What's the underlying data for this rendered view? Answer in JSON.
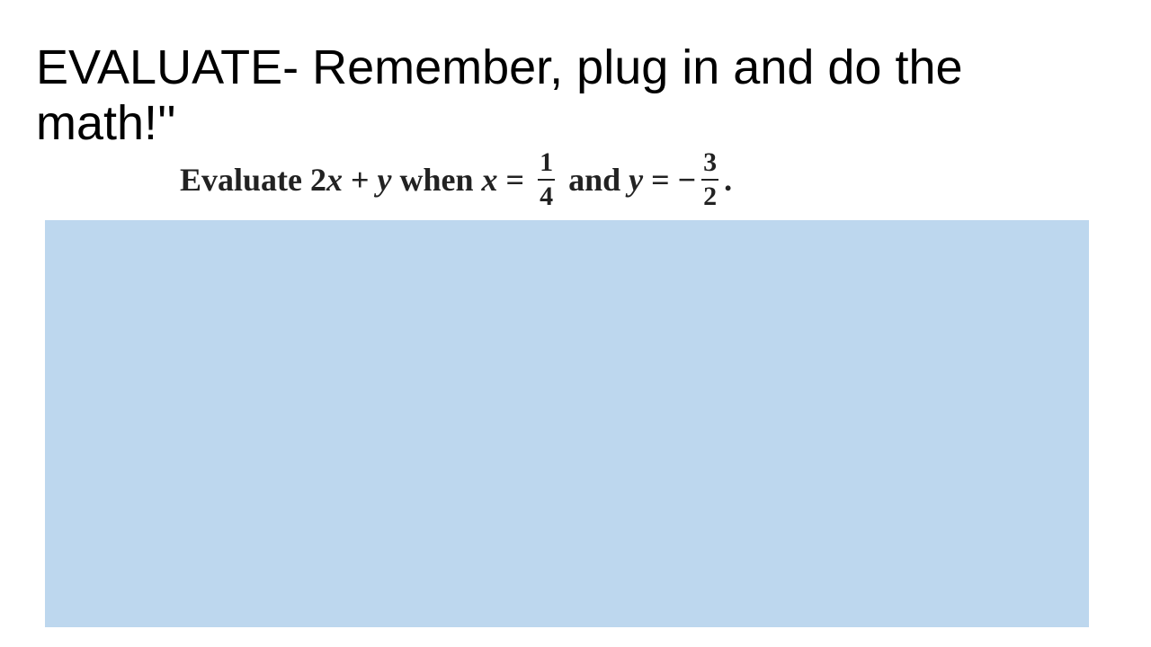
{
  "slide": {
    "title": "EVALUATE- Remember, plug in and do the math!''",
    "problem": {
      "intro": "Evaluate ",
      "coef": "2",
      "var_x": "x",
      "plus": " + ",
      "var_y": "y",
      "when": " when ",
      "var_x2": "x",
      "eq1": " = ",
      "x_num": "1",
      "x_den": "4",
      "and": " and ",
      "var_y2": "y",
      "eq2": " = ",
      "minus": "−",
      "y_num": "3",
      "y_den": "2",
      "period": "."
    },
    "colors": {
      "work_area": "#bdd7ee",
      "title_text": "#000000",
      "problem_text": "#222222"
    }
  }
}
